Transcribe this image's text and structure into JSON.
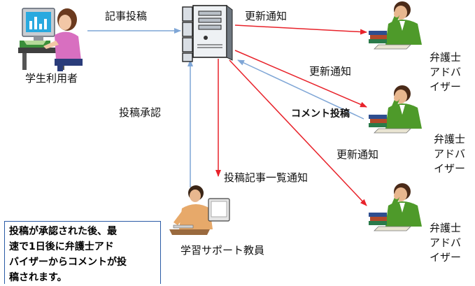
{
  "labels": {
    "student": "学生利用者",
    "post_article": "記事投稿",
    "update_notice_top": "更新通知",
    "update_notice_mid": "更新通知",
    "update_notice_low": "更新通知",
    "comment_post": "コメント投稿",
    "post_approval": "投稿承認",
    "post_list_notice": "投稿記事一覧通知",
    "support_teacher": "学習サポート教員"
  },
  "advisors": [
    {
      "lines": [
        "弁護士",
        "アドバ",
        "イザー"
      ]
    },
    {
      "lines": [
        "弁護士",
        "アドバ",
        "イザー"
      ]
    },
    {
      "lines": [
        "弁護士",
        "アドバ",
        "イザー"
      ]
    }
  ],
  "note": {
    "lines": [
      "投稿が承認された後、最",
      "速で1日後に弁護士アド",
      "バイザーからコメントが投",
      "稿されます。"
    ]
  },
  "colors": {
    "red_arrow": "#e8222a",
    "blue_arrow": "#7fa6d6",
    "note_border": "#2a5aa6",
    "advisor_jacket": "#4e9a2a",
    "teacher_shirt": "#e7a96a"
  }
}
